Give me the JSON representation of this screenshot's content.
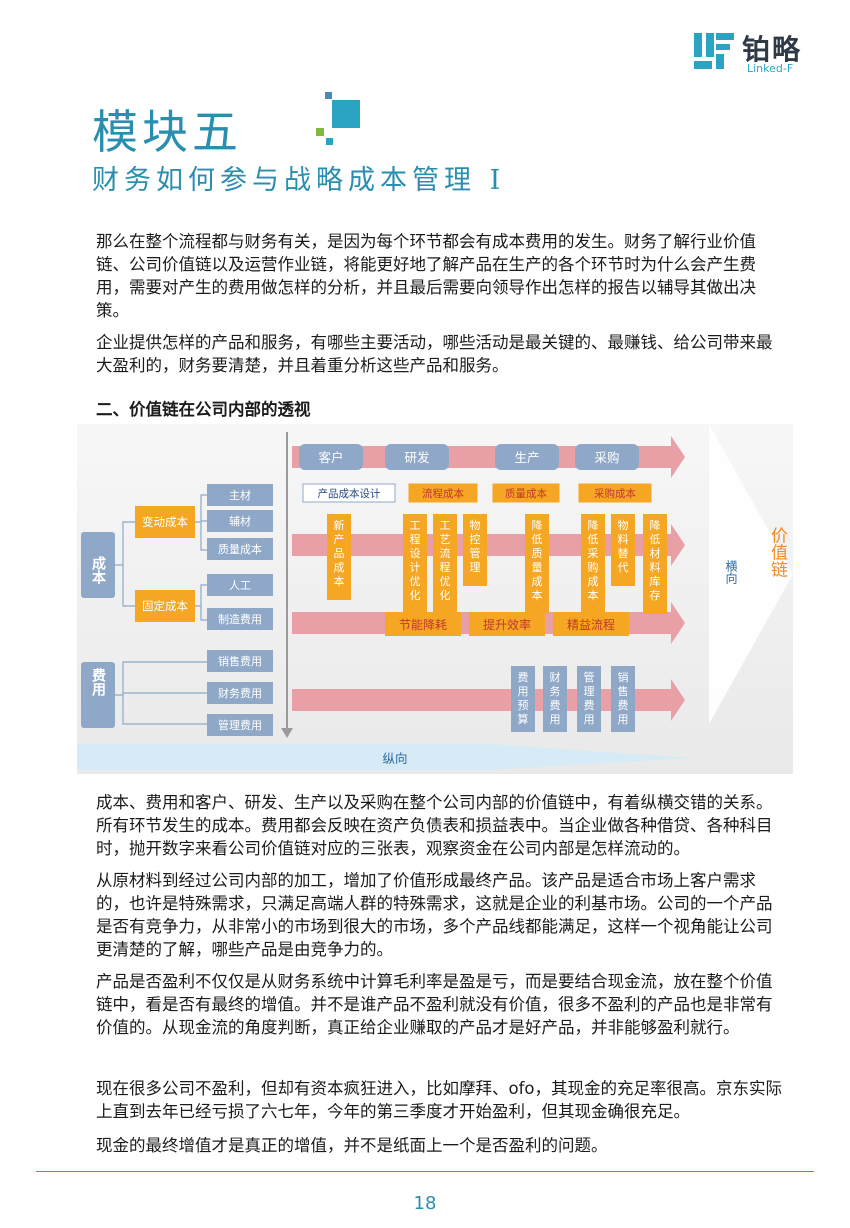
{
  "brand": {
    "name_cn": "铂略",
    "name_en": "Linked-F"
  },
  "module": {
    "title": "模块五",
    "subtitle": "财务如何参与战略成本管理 I"
  },
  "paragraphs_top": [
    "那么在整个流程都与财务有关，是因为每个环节都会有成本费用的发生。财务了解行业价值链、公司价值链以及运营作业链，将能更好地了解产品在生产的各个环节时为什么会产生费用，需要对产生的费用做怎样的分析，并且最后需要向领导作出怎样的报告以辅导其做出决策。",
    "企业提供怎样的产品和服务，有哪些主要活动，哪些活动是最关键的、最赚钱、给公司带来最大盈利的，财务要清楚，并且着重分析这些产品和服务。"
  ],
  "section_heading": "二、价值链在公司内部的透视",
  "diagram": {
    "cost_label": "成本",
    "expense_label": "费用",
    "variable_cost": "变动成本",
    "fixed_cost": "固定成本",
    "cost_items": [
      "主材",
      "辅材",
      "质量成本",
      "人工",
      "制造费用"
    ],
    "expense_items": [
      "销售费用",
      "财务费用",
      "管理费用"
    ],
    "stages": [
      "客户",
      "研发",
      "生产",
      "采购"
    ],
    "sub_stages": [
      "产品成本设计",
      "流程成本",
      "质量成本",
      "采购成本"
    ],
    "vertical_items": [
      "新产品成本",
      "工程设计优化",
      "工艺流程优化",
      "物控管理",
      "降低质量成本",
      "降低采购成本",
      "物料替代",
      "降低材料库存"
    ],
    "improvements": [
      "节能降耗",
      "提升效率",
      "精益流程"
    ],
    "expense_vertical": [
      "费用预算",
      "财务费用",
      "管理费用",
      "销售费用"
    ],
    "horizontal_label": "横向",
    "vertical_label": "纵向",
    "value_chain": "价值链"
  },
  "paragraphs_bottom": [
    "成本、费用和客户、研发、生产以及采购在整个公司内部的价值链中，有着纵横交错的关系。所有环节发生的成本。费用都会反映在资产负债表和损益表中。当企业做各种借贷、各种科目时，抛开数字来看公司价值链对应的三张表，观察资金在公司内部是怎样流动的。",
    "从原材料到经过公司内部的加工，增加了价值形成最终产品。该产品是适合市场上客户需求的，也许是特殊需求，只满足高端人群的特殊需求，这就是企业的利基市场。公司的一个产品是否有竞争力，从非常小的市场到很大的市场，多个产品线都能满足，这样一个视角能让公司更清楚的了解，哪些产品是由竞争力的。",
    "产品是否盈利不仅仅是从财务系统中计算毛利率是盈是亏，而是要结合现金流，放在整个价值链中，看是否有最终的增值。并不是谁产品不盈利就没有价值，很多不盈利的产品也是非常有价值的。从现金流的角度判断，真正给企业赚取的产品才是好产品，并非能够盈利就行。",
    "现在很多公司不盈利，但却有资本疯狂进入，比如摩拜、ofo，其现金的充足率很高。京东实际上直到去年已经亏损了六七年，今年的第三季度才开始盈利，但其现金确很充足。",
    "现金的最终增值才是真正的增值，并不是纸面上一个是否盈利的问题。"
  ],
  "page_number": "18"
}
